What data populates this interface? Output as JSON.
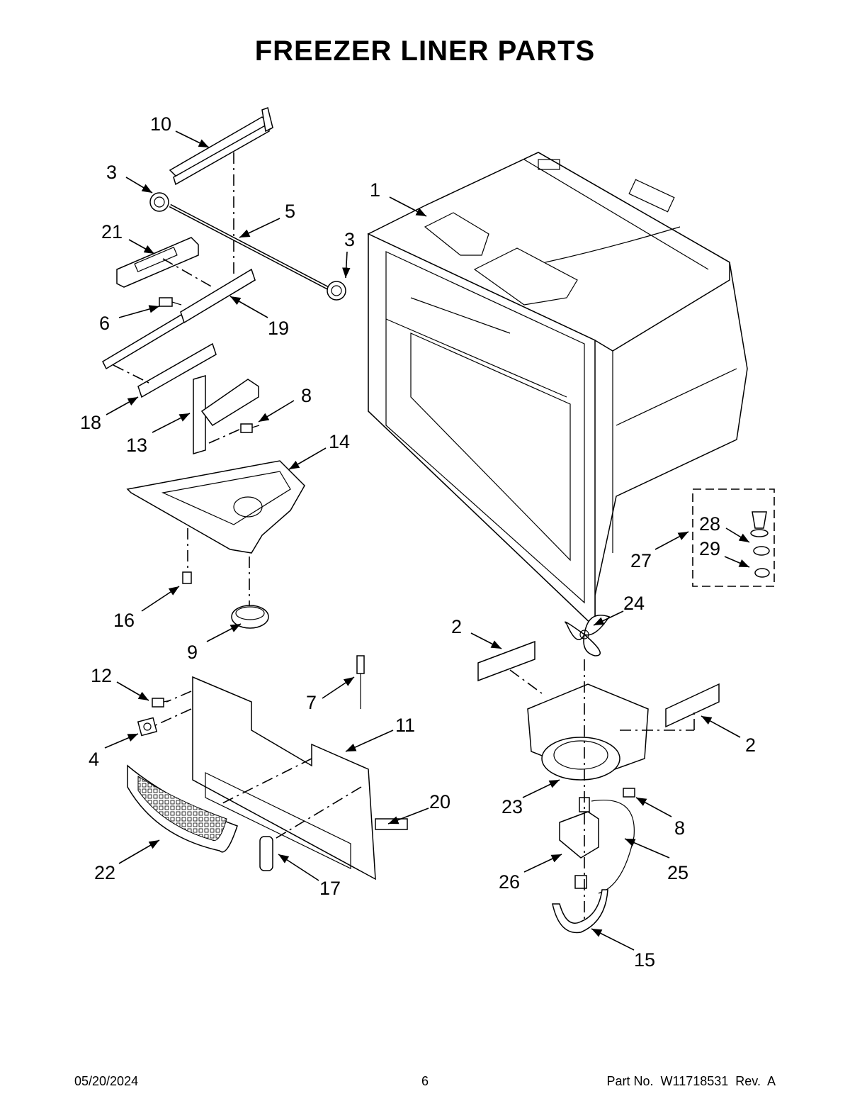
{
  "title": "FREEZER LINER PARTS",
  "footer": {
    "date": "05/20/2024",
    "page": "6",
    "part_number": "Part No.  W11718531  Rev.  A"
  },
  "callouts": {
    "c1": "1",
    "c2a": "2",
    "c2b": "2",
    "c3a": "3",
    "c3b": "3",
    "c4": "4",
    "c5": "5",
    "c6": "6",
    "c7": "7",
    "c8a": "8",
    "c8b": "8",
    "c9": "9",
    "c10": "10",
    "c11": "11",
    "c12": "12",
    "c13": "13",
    "c14": "14",
    "c15": "15",
    "c16": "16",
    "c17": "17",
    "c18": "18",
    "c19": "19",
    "c20": "20",
    "c21": "21",
    "c22": "22",
    "c23": "23",
    "c24": "24",
    "c25": "25",
    "c26": "26",
    "c27": "27",
    "c28": "28",
    "c29": "29"
  }
}
